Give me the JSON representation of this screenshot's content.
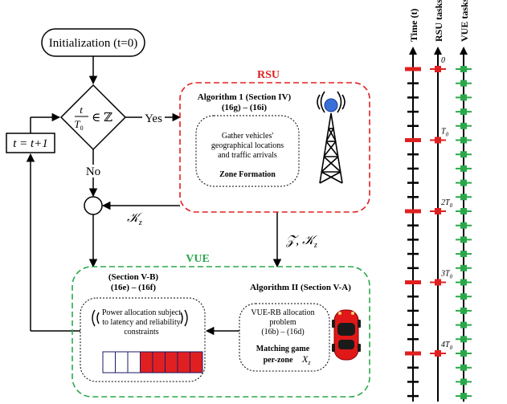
{
  "init": {
    "label": "Initialization (t=0)"
  },
  "decision": {
    "num": "t",
    "den": "T",
    "den_sub": "0",
    "symbol": "∈ ℤ"
  },
  "yes_label": "Yes",
  "no_label": "No",
  "update": {
    "label": "t = t+1"
  },
  "kz_label": "𝒦",
  "kz_sub": "z",
  "zk_label": "𝒵, 𝒦",
  "zk_sub": "z",
  "rsu": {
    "title": "RSU",
    "algo_title": "Algorithm 1 (Section IV)",
    "algo_eqs": "(16g) – (16i)",
    "inner_lines": [
      "Gather vehicles'",
      "geographical locations",
      "and traffic arrivals"
    ],
    "inner_bold": "Zone Formation"
  },
  "vue": {
    "title": "VUE",
    "section_title": "(Section V-B)",
    "section_eqs": "(16e) – (16f)",
    "power_lines": [
      "Power allocation subject",
      "to latency and reliability",
      "constraints"
    ],
    "algo2_title": "Algorithm II (Section V-A)",
    "rb_lines": [
      "VUE-RB allocation",
      "problem",
      "(16b) – (16d)"
    ],
    "matching_lines": [
      "Matching game",
      "per-zone"
    ],
    "matching_symbol": "X",
    "matching_sub": "z",
    "buffer_filled": 5,
    "buffer_total": 8
  },
  "timeline": {
    "axis_labels": [
      "Time (t)",
      "RSU tasks",
      "VUE tasks"
    ],
    "rsu_markers": [
      {
        "label": "0",
        "sub": ""
      },
      {
        "label": "T",
        "sub": "0"
      },
      {
        "label": "2T",
        "sub": "0"
      },
      {
        "label": "3T",
        "sub": "0"
      },
      {
        "label": "4T",
        "sub": "0"
      }
    ]
  },
  "colors": {
    "rsu": "#e02020",
    "vue": "#2aa84a",
    "ink": "#000000",
    "tower": "#3a6fd8"
  }
}
